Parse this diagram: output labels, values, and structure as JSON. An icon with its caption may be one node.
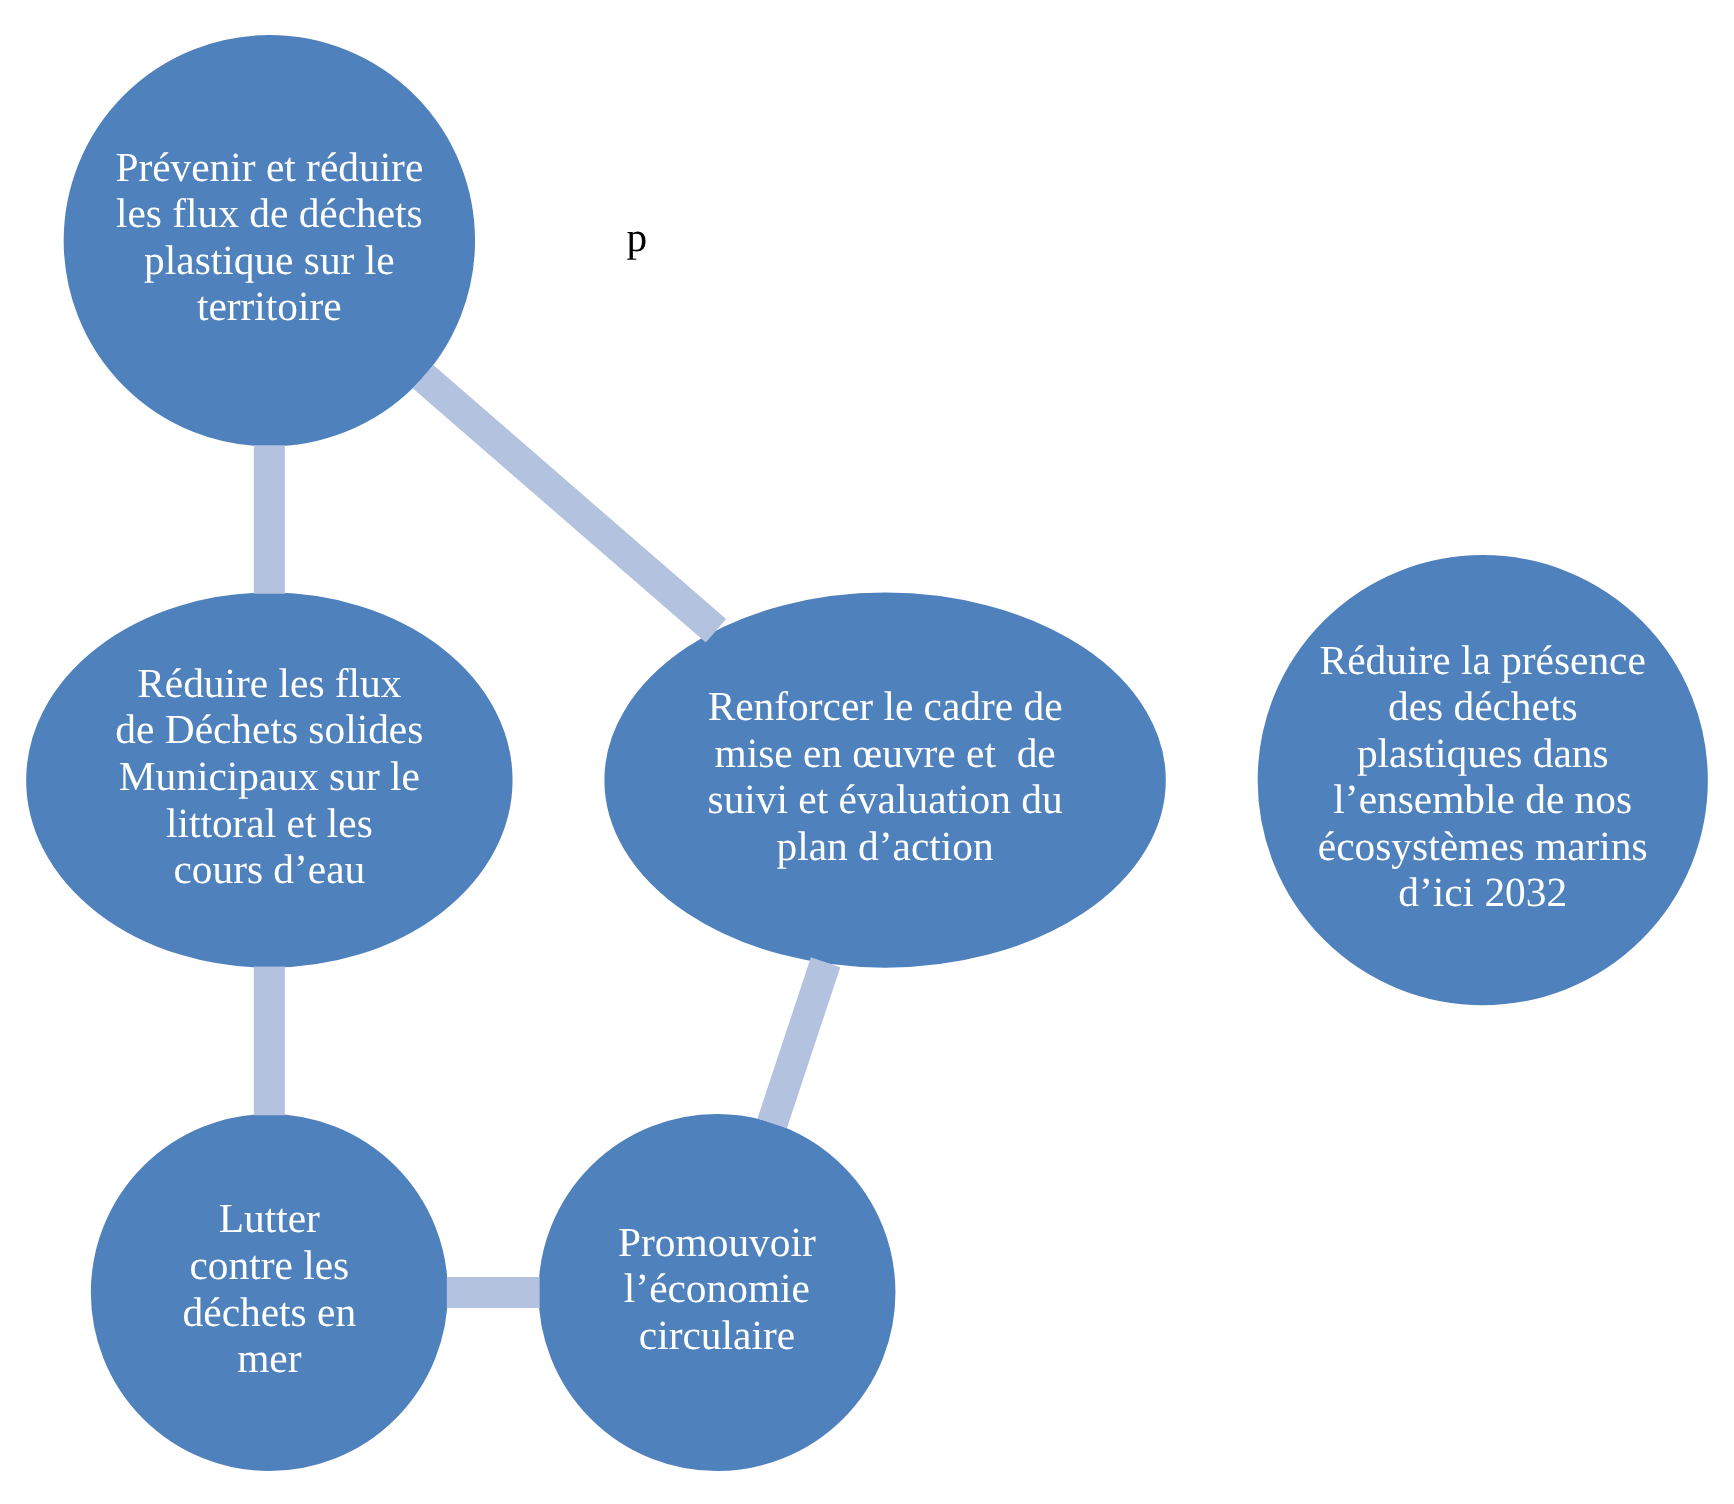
{
  "diagram": {
    "nodes": [
      {
        "text": [
          "Réduire la présence des déchets plastiques dans l’ensemble de nos écosystèmes marins d’ici 2032"
        ]
      },
      {
        "text": [
          "Prévenir et réduire les flux de déchets plastique sur le territoire"
        ]
      },
      {
        "text": [
          "Réduire les flux de Déchets solides Municipaux sur le littoral et les cours d’eau"
        ]
      },
      {
        "text": [
          "Lutter contre les déchets en mer"
        ]
      },
      {
        "text": [
          "Promouvoir l’économie circulaire"
        ]
      },
      {
        "text": [
          "Renforcer le cadre de mise en œuvre et  de suivi et évaluation du plan d’action"
        ]
      }
    ],
    "edges": [
      {
        "from": 1,
        "to": 2,
        "arrow": "none"
      },
      {
        "from": 2,
        "to": 3,
        "arrow": "none"
      },
      {
        "from": 3,
        "to": 4,
        "arrow": "none"
      },
      {
        "from": 4,
        "to": 5,
        "arrow": "none"
      },
      {
        "from": 5,
        "to": 1,
        "arrow": "none"
      }
    ],
    "labels": [
      "p"
    ]
  }
}
